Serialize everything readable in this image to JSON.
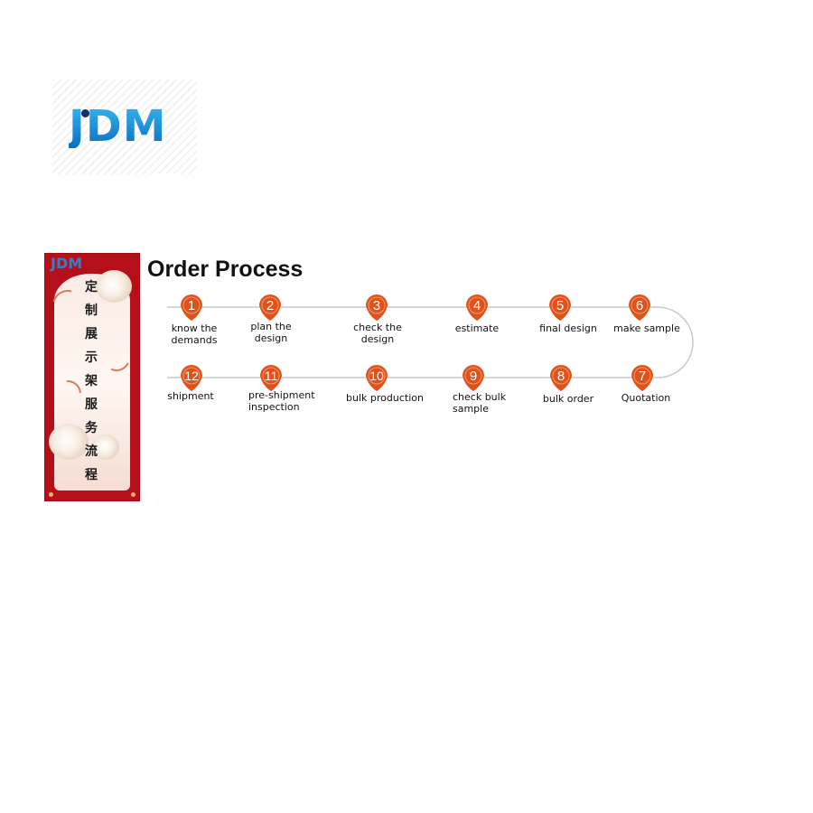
{
  "brand": {
    "logo_text": "JDM",
    "logo_color": "#1c8fd6",
    "logo_dot_color": "#162f6d"
  },
  "banner": {
    "logo_text": "JDM",
    "chars": [
      "定",
      "制",
      "展",
      "示",
      "架",
      "服",
      "务",
      "流",
      "程"
    ],
    "background_color": "#b5101a"
  },
  "diagram": {
    "title": "Order Process",
    "marker_color": "#e0521b",
    "line_color": "#c8c8c8",
    "steps": [
      {
        "num": "1",
        "label": "know the\ndemands"
      },
      {
        "num": "2",
        "label": "plan the\ndesign"
      },
      {
        "num": "3",
        "label": "check the\ndesign"
      },
      {
        "num": "4",
        "label": "estimate"
      },
      {
        "num": "5",
        "label": "final design"
      },
      {
        "num": "6",
        "label": "make sample"
      },
      {
        "num": "7",
        "label": "Quotation"
      },
      {
        "num": "8",
        "label": "bulk order"
      },
      {
        "num": "9",
        "label": "check bulk\nsample"
      },
      {
        "num": "10",
        "label": "bulk production"
      },
      {
        "num": "11",
        "label": "pre-shipment\ninspection"
      },
      {
        "num": "12",
        "label": "shipment"
      }
    ]
  }
}
